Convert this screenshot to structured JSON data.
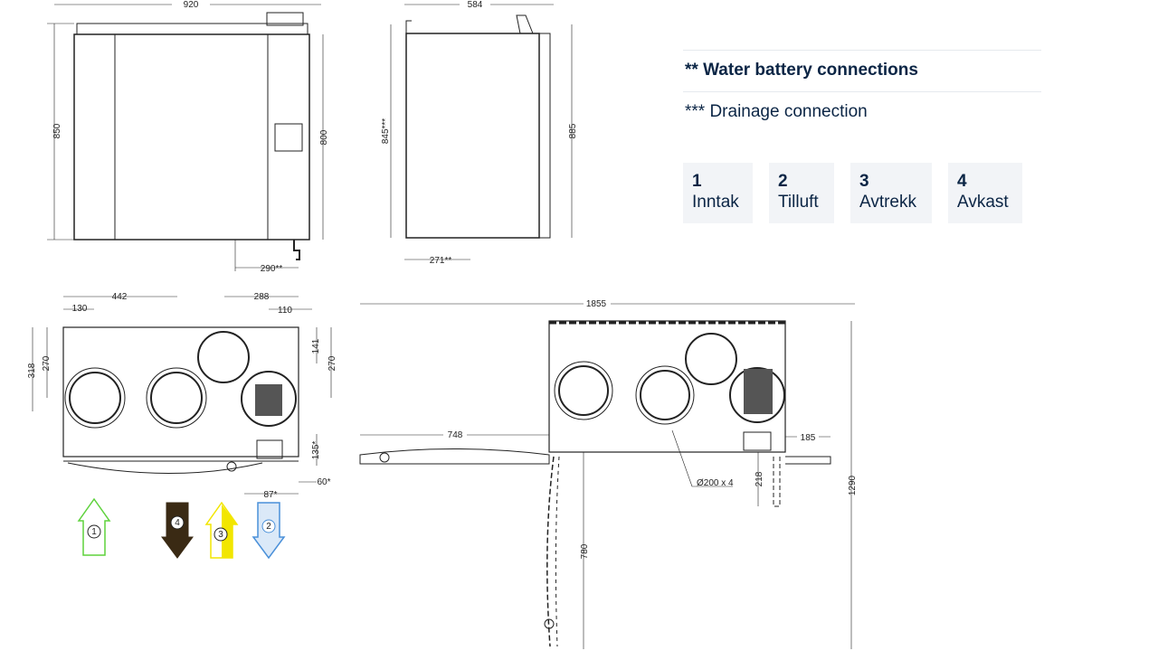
{
  "dimensions": {
    "front": {
      "width": "920",
      "height": "850",
      "inner_height": "800",
      "water_offset": "290**"
    },
    "side": {
      "width": "584",
      "height_drain": "845***",
      "height": "885",
      "water_offset": "271**"
    },
    "bottom": {
      "d442": "442",
      "d130": "130",
      "d288": "288",
      "d110": "110",
      "d318": "318",
      "d270_left": "270",
      "d141": "141",
      "d270_right": "270",
      "d135": "135*",
      "d60": "60*",
      "d87": "87*"
    },
    "service": {
      "d1855": "1855",
      "d748": "748",
      "d185": "185",
      "d1290": "1290",
      "d780": "780",
      "d218": "218",
      "duct": "Ø200 x 4"
    }
  },
  "airflow_arrows": [
    {
      "num": "1",
      "color": "#5ed23c",
      "direction": "up"
    },
    {
      "num": "4",
      "color": "#3a2a14",
      "direction": "down"
    },
    {
      "num": "3",
      "color": "#f2e600",
      "direction": "up"
    },
    {
      "num": "2",
      "color": "#4a90d9",
      "direction": "down"
    }
  ],
  "legend": {
    "note_water": "** Water battery connections",
    "note_drain": "*** Drainage connection",
    "items": [
      {
        "num": "1",
        "label": "Inntak"
      },
      {
        "num": "2",
        "label": "Tilluft"
      },
      {
        "num": "3",
        "label": "Avtrekk"
      },
      {
        "num": "4",
        "label": "Avkast"
      }
    ]
  },
  "colors": {
    "text": "#0b2545",
    "card_bg": "#f2f4f7",
    "line": "#222222"
  }
}
